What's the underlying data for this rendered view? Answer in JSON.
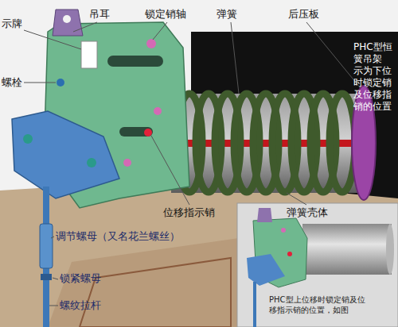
{
  "diagram": {
    "labels": [
      "示牌",
      "吊耳",
      "锁定销轴",
      "弹簧",
      "后压板",
      "PHC型恒 簧吊架 示为下位 时锁定销 及位移指 销的位置",
      "螺栓",
      "位移指示销",
      "弹簧壳体",
      "调节螺母（又名花兰螺丝）",
      "锁紧螺母",
      "螺纹拉杆",
      "PHC型上位移时锁定销及位 移指示销的位置，如图"
    ]
  }
}
